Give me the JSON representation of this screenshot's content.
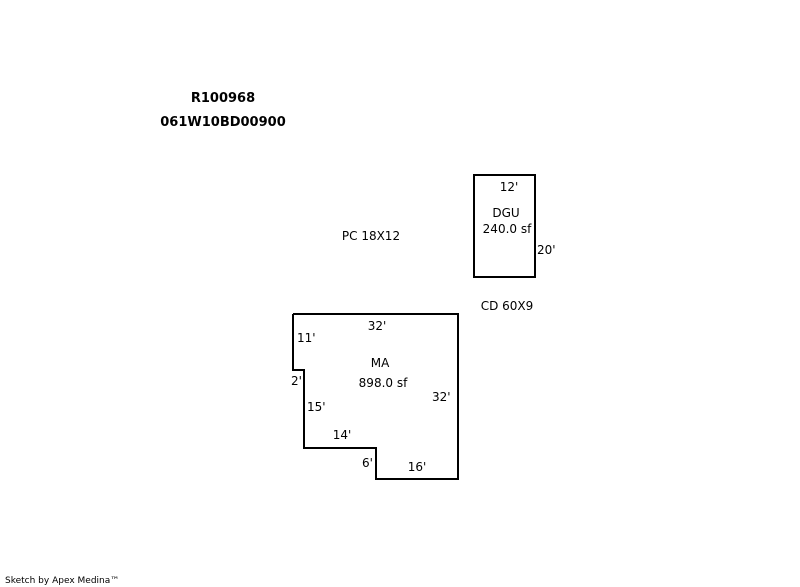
{
  "header": {
    "account_id": "R100968",
    "map_tax_lot": "061W10BD00900"
  },
  "labels": {
    "patio": "PC 18X12",
    "deck": "CD 60X9"
  },
  "garage": {
    "name": "DGU",
    "area": "240.0 sf",
    "dim_width": "12'",
    "dim_length": "20'"
  },
  "main": {
    "name": "MA",
    "area": "898.0 sf",
    "dims": {
      "top": "32'",
      "left_upper": "11'",
      "notch": "2'",
      "left_lower": "15'",
      "step": "14'",
      "step_drop": "6'",
      "bottom": "16'",
      "right": "32'"
    }
  },
  "footer": {
    "credit": "Sketch by Apex Medina™"
  }
}
